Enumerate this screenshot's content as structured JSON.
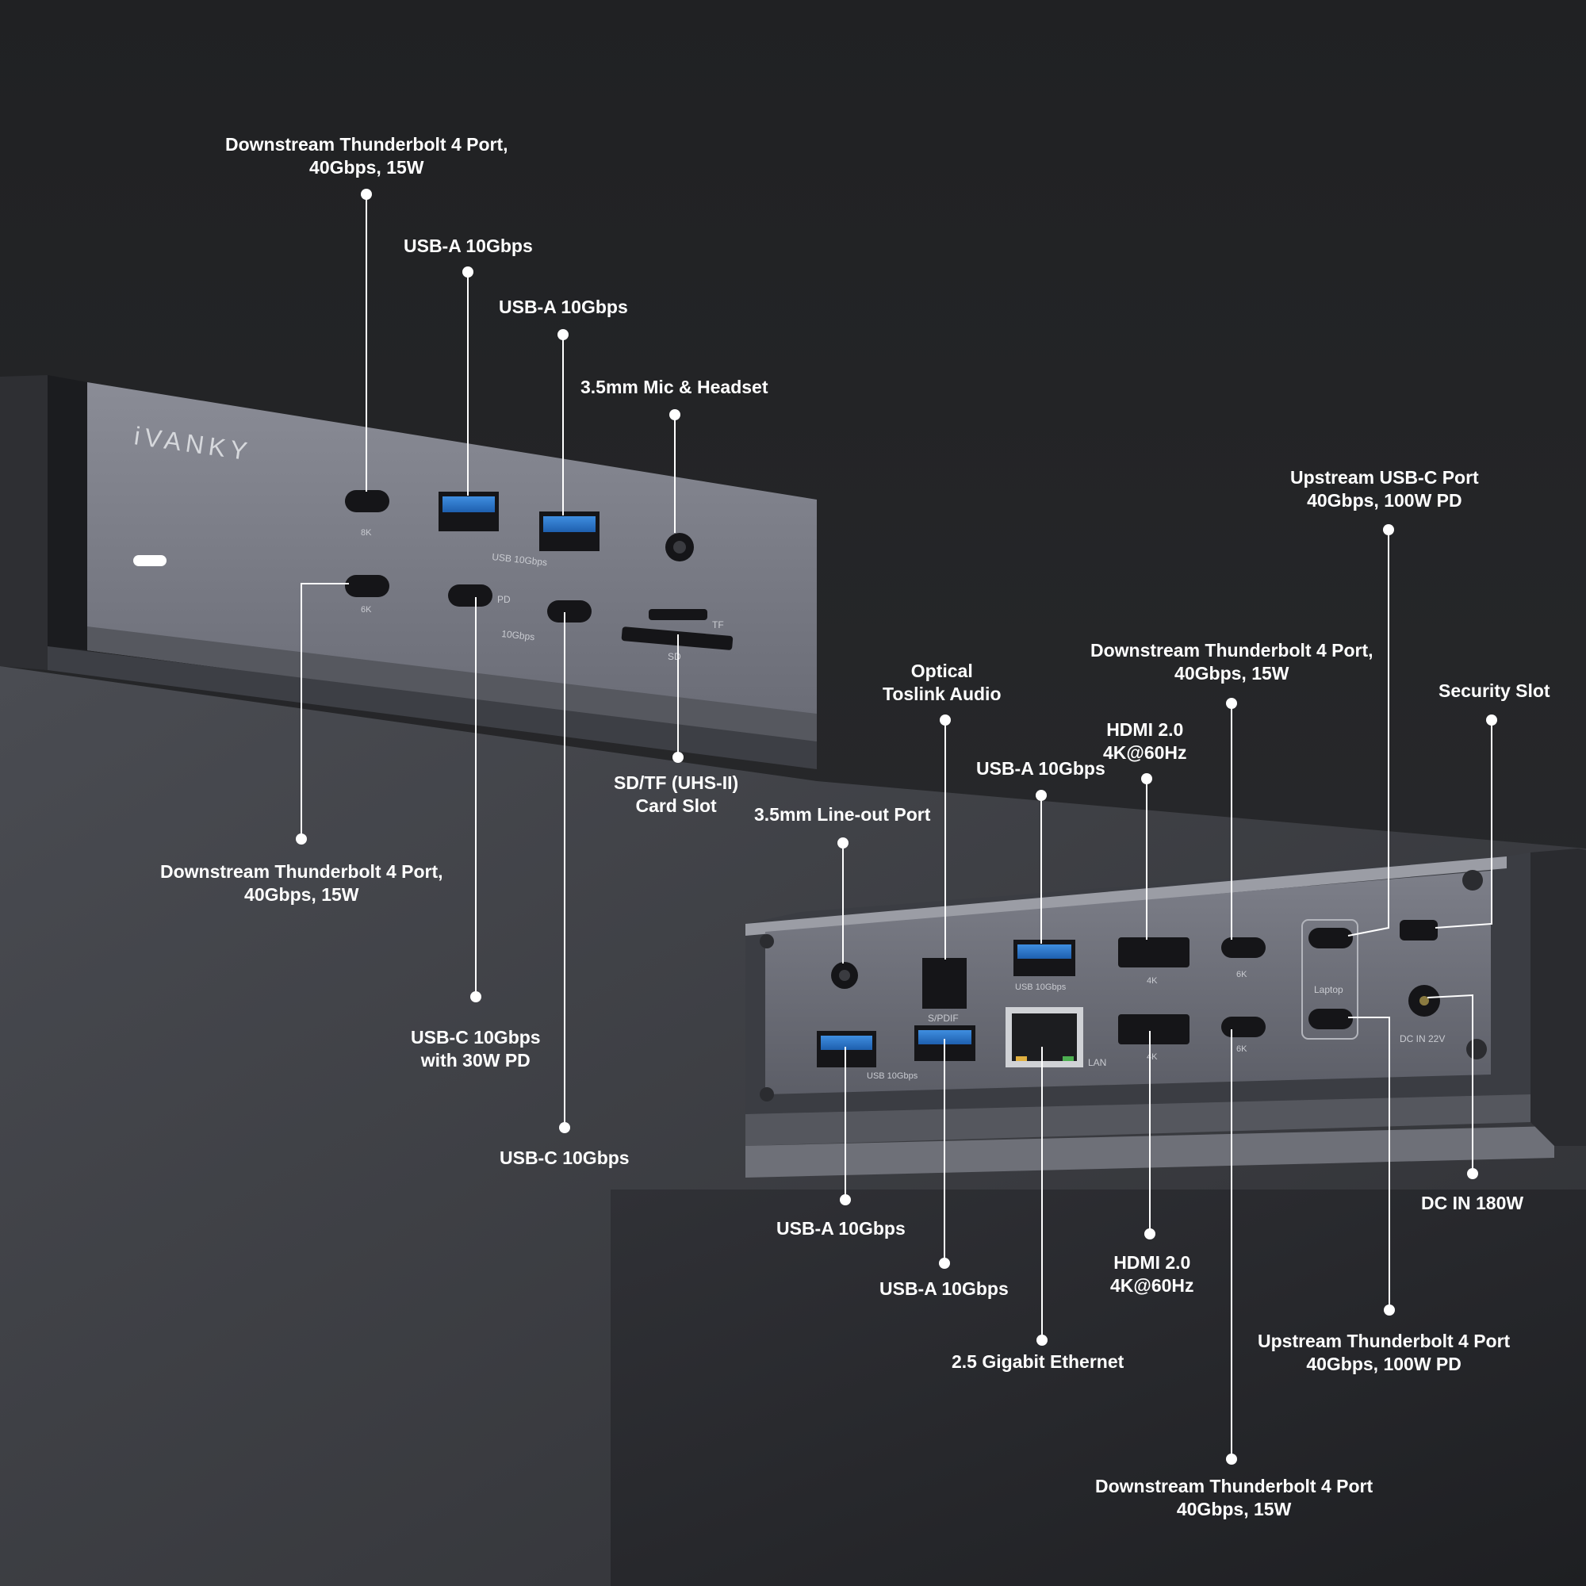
{
  "brand": "iVANKY",
  "front_panel": {
    "port_text": {
      "8k": "8K",
      "6k": "6K",
      "usb_10gbps": "USB 10Gbps",
      "pd": "PD",
      "tenGbps": "10Gbps",
      "tf": "TF",
      "sd": "SD"
    },
    "callouts": [
      {
        "id": "front-tb4-top",
        "lines": [
          "Downstream Thunderbolt 4 Port,",
          "40Gbps, 15W"
        ]
      },
      {
        "id": "front-usba-1",
        "lines": [
          "USB-A 10Gbps"
        ]
      },
      {
        "id": "front-usba-2",
        "lines": [
          "USB-A 10Gbps"
        ]
      },
      {
        "id": "front-mic",
        "lines": [
          "3.5mm Mic & Headset"
        ]
      },
      {
        "id": "front-sdtf",
        "lines": [
          "SD/TF (UHS-II)",
          "Card Slot"
        ]
      },
      {
        "id": "front-tb4-bottom",
        "lines": [
          "Downstream Thunderbolt 4 Port,",
          "40Gbps, 15W"
        ]
      },
      {
        "id": "front-usbc-pd",
        "lines": [
          "USB-C 10Gbps",
          "with 30W PD"
        ]
      },
      {
        "id": "front-usbc",
        "lines": [
          "USB-C 10Gbps"
        ]
      }
    ]
  },
  "rear_panel": {
    "port_text": {
      "spdif": "S/PDIF",
      "usb_10gbps": "USB 10Gbps",
      "lan": "LAN",
      "4k": "4K",
      "6k": "6K",
      "laptop": "Laptop",
      "dc_in": "DC IN 22V"
    },
    "callouts": [
      {
        "id": "rear-optical",
        "lines": [
          "Optical",
          "Toslink Audio"
        ]
      },
      {
        "id": "rear-lineout",
        "lines": [
          "3.5mm Line-out Port"
        ]
      },
      {
        "id": "rear-usba-top",
        "lines": [
          "USB-A 10Gbps"
        ]
      },
      {
        "id": "rear-hdmi-top",
        "lines": [
          "HDMI 2.0",
          "4K@60Hz"
        ]
      },
      {
        "id": "rear-tb4-top",
        "lines": [
          "Downstream Thunderbolt 4 Port,",
          "40Gbps, 15W"
        ]
      },
      {
        "id": "rear-upstream-usbc",
        "lines": [
          "Upstream USB-C Port",
          "40Gbps, 100W PD"
        ]
      },
      {
        "id": "rear-security",
        "lines": [
          "Security Slot"
        ]
      },
      {
        "id": "rear-dc",
        "lines": [
          "DC IN 180W"
        ]
      },
      {
        "id": "rear-upstream-tb4",
        "lines": [
          "Upstream Thunderbolt 4 Port",
          "40Gbps, 100W PD"
        ]
      },
      {
        "id": "rear-hdmi-bottom",
        "lines": [
          "HDMI 2.0",
          "4K@60Hz"
        ]
      },
      {
        "id": "rear-usba-1",
        "lines": [
          "USB-A 10Gbps"
        ]
      },
      {
        "id": "rear-usba-2",
        "lines": [
          "USB-A 10Gbps"
        ]
      },
      {
        "id": "rear-ethernet",
        "lines": [
          "2.5 Gigabit Ethernet"
        ]
      },
      {
        "id": "rear-tb4-bottom",
        "lines": [
          "Downstream Thunderbolt 4 Port",
          "40Gbps, 15W"
        ]
      }
    ]
  }
}
